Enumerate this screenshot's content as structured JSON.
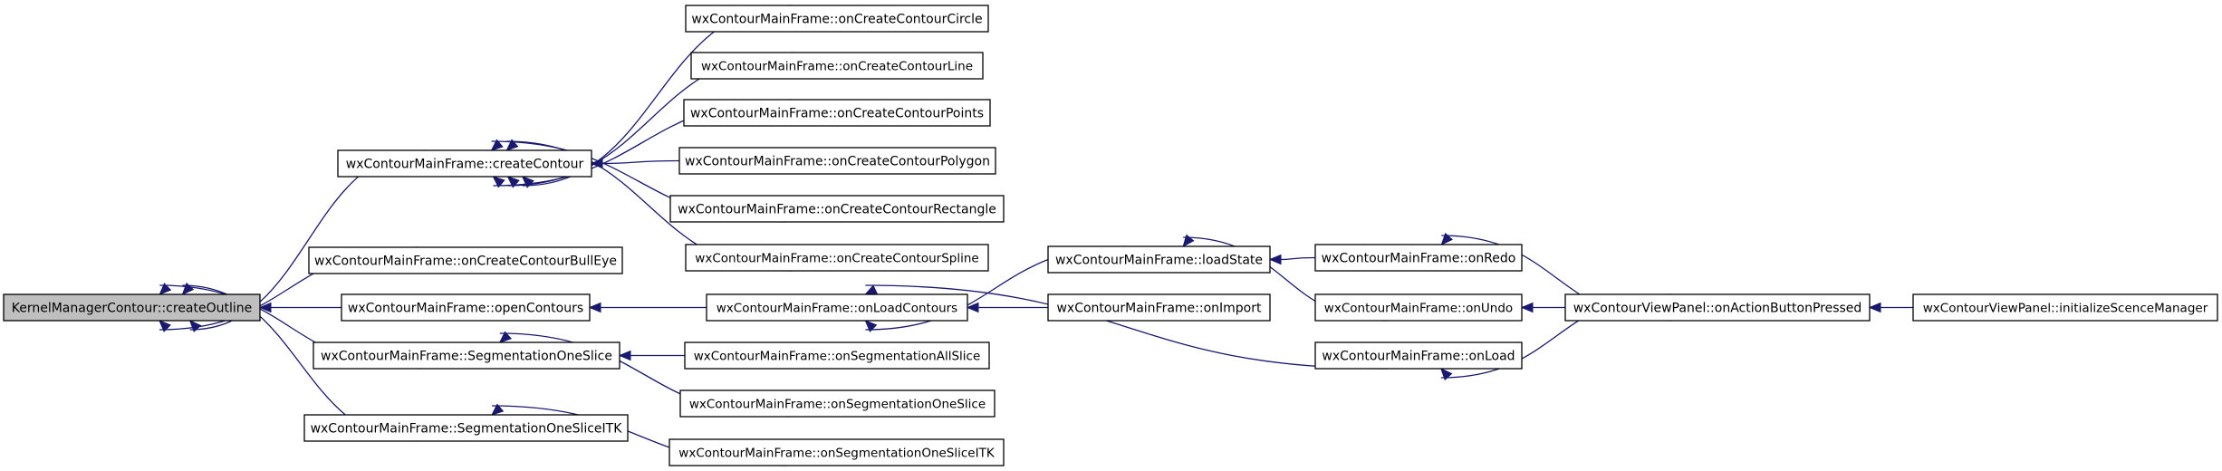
{
  "colors": {
    "edge": "#191970",
    "root_fill": "#bfbfbf",
    "node_fill": "#ffffff",
    "node_border": "#000000"
  },
  "nodes": [
    {
      "id": "createOutline",
      "label": "KernelManagerContour::createOutline",
      "root": true
    },
    {
      "id": "createContour",
      "label": "wxContourMainFrame::createContour"
    },
    {
      "id": "onCreateContourBullEye",
      "label": "wxContourMainFrame::onCreateContourBullEye"
    },
    {
      "id": "openContours",
      "label": "wxContourMainFrame::openContours"
    },
    {
      "id": "SegmentationOneSlice",
      "label": "wxContourMainFrame::SegmentationOneSlice"
    },
    {
      "id": "SegmentationOneSliceITK",
      "label": "wxContourMainFrame::SegmentationOneSliceITK"
    },
    {
      "id": "onCreateContourCircle",
      "label": "wxContourMainFrame::onCreateContourCircle"
    },
    {
      "id": "onCreateContourLine",
      "label": "wxContourMainFrame::onCreateContourLine"
    },
    {
      "id": "onCreateContourPoints",
      "label": "wxContourMainFrame::onCreateContourPoints"
    },
    {
      "id": "onCreateContourPolygon",
      "label": "wxContourMainFrame::onCreateContourPolygon"
    },
    {
      "id": "onCreateContourRectangle",
      "label": "wxContourMainFrame::onCreateContourRectangle"
    },
    {
      "id": "onCreateContourSpline",
      "label": "wxContourMainFrame::onCreateContourSpline"
    },
    {
      "id": "onLoadContours",
      "label": "wxContourMainFrame::onLoadContours"
    },
    {
      "id": "onSegmentationAllSlice",
      "label": "wxContourMainFrame::onSegmentationAllSlice"
    },
    {
      "id": "onSegmentationOneSlice",
      "label": "wxContourMainFrame::onSegmentationOneSlice"
    },
    {
      "id": "onSegmentationOneSliceITK",
      "label": "wxContourMainFrame::onSegmentationOneSliceITK"
    },
    {
      "id": "loadState",
      "label": "wxContourMainFrame::loadState"
    },
    {
      "id": "onImport",
      "label": "wxContourMainFrame::onImport"
    },
    {
      "id": "onRedo",
      "label": "wxContourMainFrame::onRedo"
    },
    {
      "id": "onUndo",
      "label": "wxContourMainFrame::onUndo"
    },
    {
      "id": "onLoad",
      "label": "wxContourMainFrame::onLoad"
    },
    {
      "id": "onActionButtonPressed",
      "label": "wxContourViewPanel::onActionButtonPressed"
    },
    {
      "id": "initializeScenceManager",
      "label": "wxContourViewPanel::initializeScenceManager"
    }
  ],
  "edges": [
    {
      "from": "createContour",
      "to": "createOutline"
    },
    {
      "from": "onCreateContourBullEye",
      "to": "createOutline"
    },
    {
      "from": "openContours",
      "to": "createOutline"
    },
    {
      "from": "SegmentationOneSlice",
      "to": "createOutline"
    },
    {
      "from": "SegmentationOneSliceITK",
      "to": "createOutline"
    },
    {
      "from": "onCreateContourCircle",
      "to": "createContour"
    },
    {
      "from": "onCreateContourLine",
      "to": "createContour"
    },
    {
      "from": "onCreateContourPoints",
      "to": "createContour"
    },
    {
      "from": "onCreateContourPolygon",
      "to": "createContour"
    },
    {
      "from": "onCreateContourRectangle",
      "to": "createContour"
    },
    {
      "from": "onCreateContourSpline",
      "to": "createContour"
    },
    {
      "from": "onLoadContours",
      "to": "openContours"
    },
    {
      "from": "onSegmentationAllSlice",
      "to": "SegmentationOneSlice"
    },
    {
      "from": "onSegmentationOneSlice",
      "to": "SegmentationOneSlice"
    },
    {
      "from": "onSegmentationOneSliceITK",
      "to": "SegmentationOneSliceITK"
    },
    {
      "from": "loadState",
      "to": "onLoadContours"
    },
    {
      "from": "onImport",
      "to": "onLoadContours"
    },
    {
      "from": "onLoad",
      "to": "onLoadContours"
    },
    {
      "from": "onRedo",
      "to": "loadState"
    },
    {
      "from": "onUndo",
      "to": "loadState"
    },
    {
      "from": "onActionButtonPressed",
      "to": "onRedo"
    },
    {
      "from": "onActionButtonPressed",
      "to": "onUndo"
    },
    {
      "from": "onActionButtonPressed",
      "to": "onLoad"
    },
    {
      "from": "initializeScenceManager",
      "to": "onActionButtonPressed"
    }
  ]
}
